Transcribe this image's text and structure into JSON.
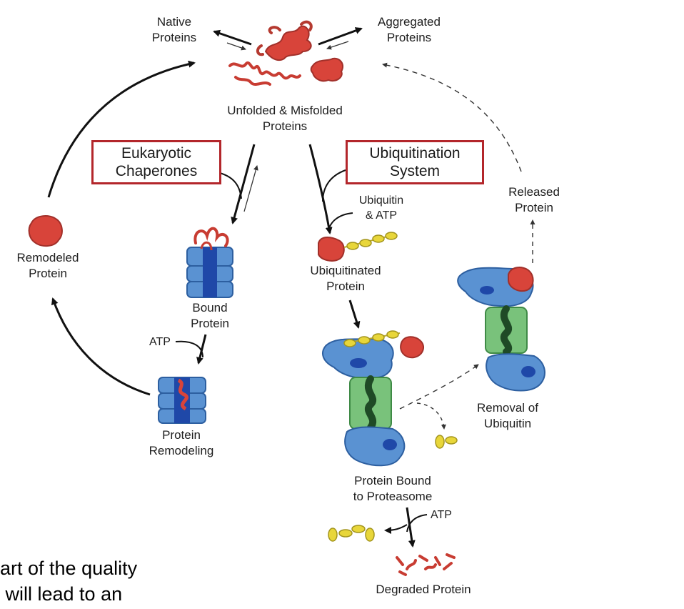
{
  "labels": {
    "native": [
      "Native",
      "Proteins"
    ],
    "aggregated": [
      "Aggregated",
      "Proteins"
    ],
    "unfolded": [
      "Unfolded & Misfolded",
      "Proteins"
    ],
    "chaperones": [
      "Eukaryotic",
      "Chaperones"
    ],
    "ubiquitination": [
      "Ubiquitination",
      "System"
    ],
    "ubiquitin_atp": [
      "Ubiquitin",
      "& ATP"
    ],
    "released": [
      "Released",
      "Protein"
    ],
    "remodeled": [
      "Remodeled",
      "Protein"
    ],
    "bound": [
      "Bound",
      "Protein"
    ],
    "atp": "ATP",
    "remodeling": [
      "Protein",
      "Remodeling"
    ],
    "ubiquitinated": [
      "Ubiquitinated",
      "Protein"
    ],
    "removal": [
      "Removal of",
      "Ubiquitin"
    ],
    "bound_proteasome": [
      "Protein Bound",
      "to Proteasome"
    ],
    "atp2": "ATP",
    "degraded": "Degraded Protein"
  },
  "caption": [
    "art of the quality",
    " will lead to an"
  ],
  "colors": {
    "protein_red": "#d8443a",
    "box_border": "#b3262b",
    "chaperone_blue": "#5a92d2",
    "ubiquitin_yellow": "#e8d63a",
    "proteasome_green": "#79c27b"
  }
}
